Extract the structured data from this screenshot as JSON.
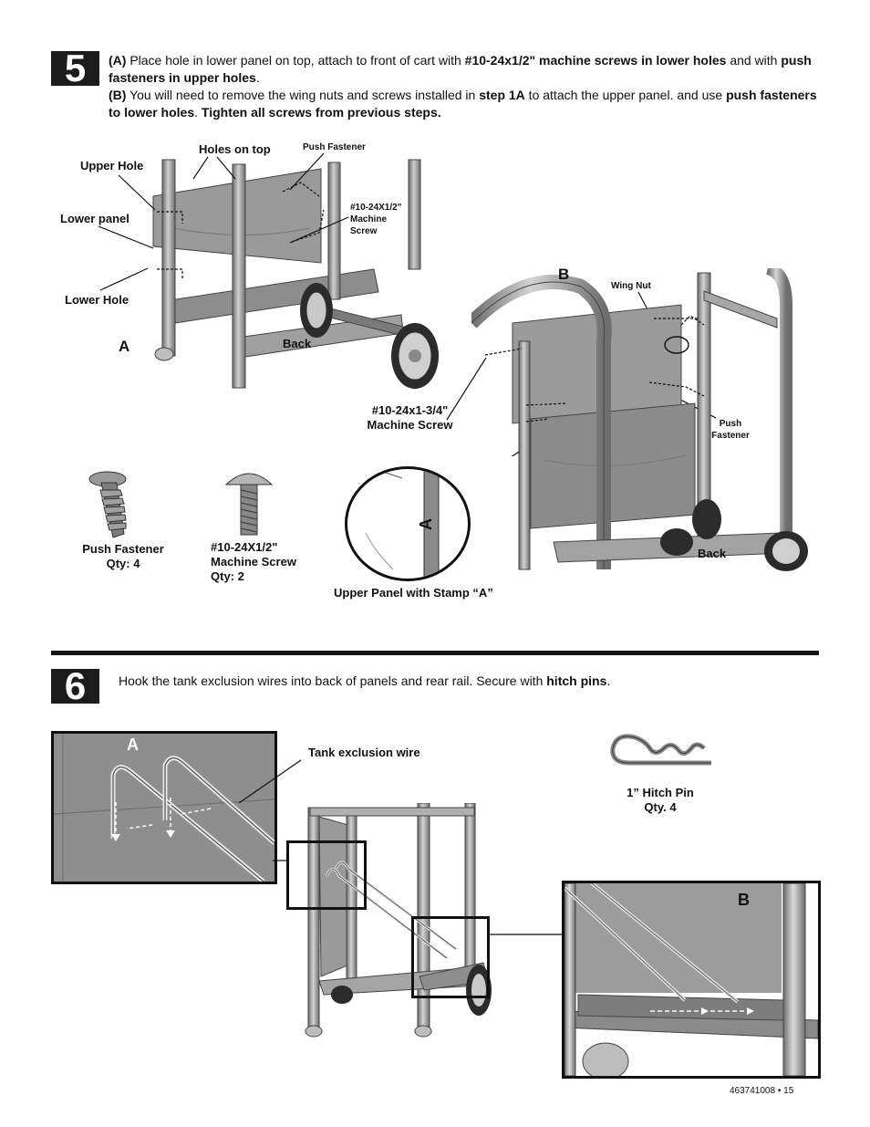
{
  "step5": {
    "number": "5",
    "partA_tag": "(A)",
    "partA_t1": " Place hole in lower panel on top, attach to front of cart with ",
    "partA_b1": "#10-24x1/2\" machine screws in lower  holes",
    "partA_t2": " and with ",
    "partA_b2": "push fasteners in upper holes",
    "partA_t3": ".",
    "partB_tag": "(B)",
    "partB_t1": " You will need to remove the wing nuts and screws installed in ",
    "partB_b1": "step 1A",
    "partB_t2": " to attach the upper panel. and use ",
    "partB_b2": "push fasteners to lower holes",
    "partB_t3": ". ",
    "partB_b3": "Tighten all screws from previous steps.",
    "figA": {
      "letter": "A",
      "upper_hole": "Upper Hole",
      "holes_on_top": "Holes on top",
      "push_fastener": "Push Fastener",
      "lower_panel": "Lower panel",
      "screw_l1": "#10-24X1/2\"",
      "screw_l2": "Machine",
      "screw_l3": "Screw",
      "lower_hole": "Lower Hole",
      "back": "Back"
    },
    "figB": {
      "letter": "B",
      "wing_nut": "Wing Nut",
      "screw_l1": "#10-24x1-3/4\"",
      "screw_l2": "Machine Screw",
      "push_l1": "Push",
      "push_l2": "Fastener",
      "back": "Back",
      "stamp_letter": "A",
      "stamp_caption": "Upper Panel with Stamp “A”"
    },
    "parts": {
      "push_name": "Push Fastener",
      "push_qty": "Qty: 4",
      "screw_name1": "#10-24X1/2\"",
      "screw_name2": "Machine Screw",
      "screw_qty": "Qty: 2"
    }
  },
  "step6": {
    "number": "6",
    "t1": "Hook the tank exclusion wires into back of panels and rear rail. Secure with ",
    "b1": "hitch pins",
    "t2": ".",
    "figA_letter": "A",
    "tank_wire": "Tank exclusion wire",
    "hitch_name": "1” Hitch Pin",
    "hitch_qty": "Qty. 4",
    "figB_letter": "B"
  },
  "footer": {
    "doc_number": "463741008",
    "separator": "•",
    "page": "15"
  }
}
